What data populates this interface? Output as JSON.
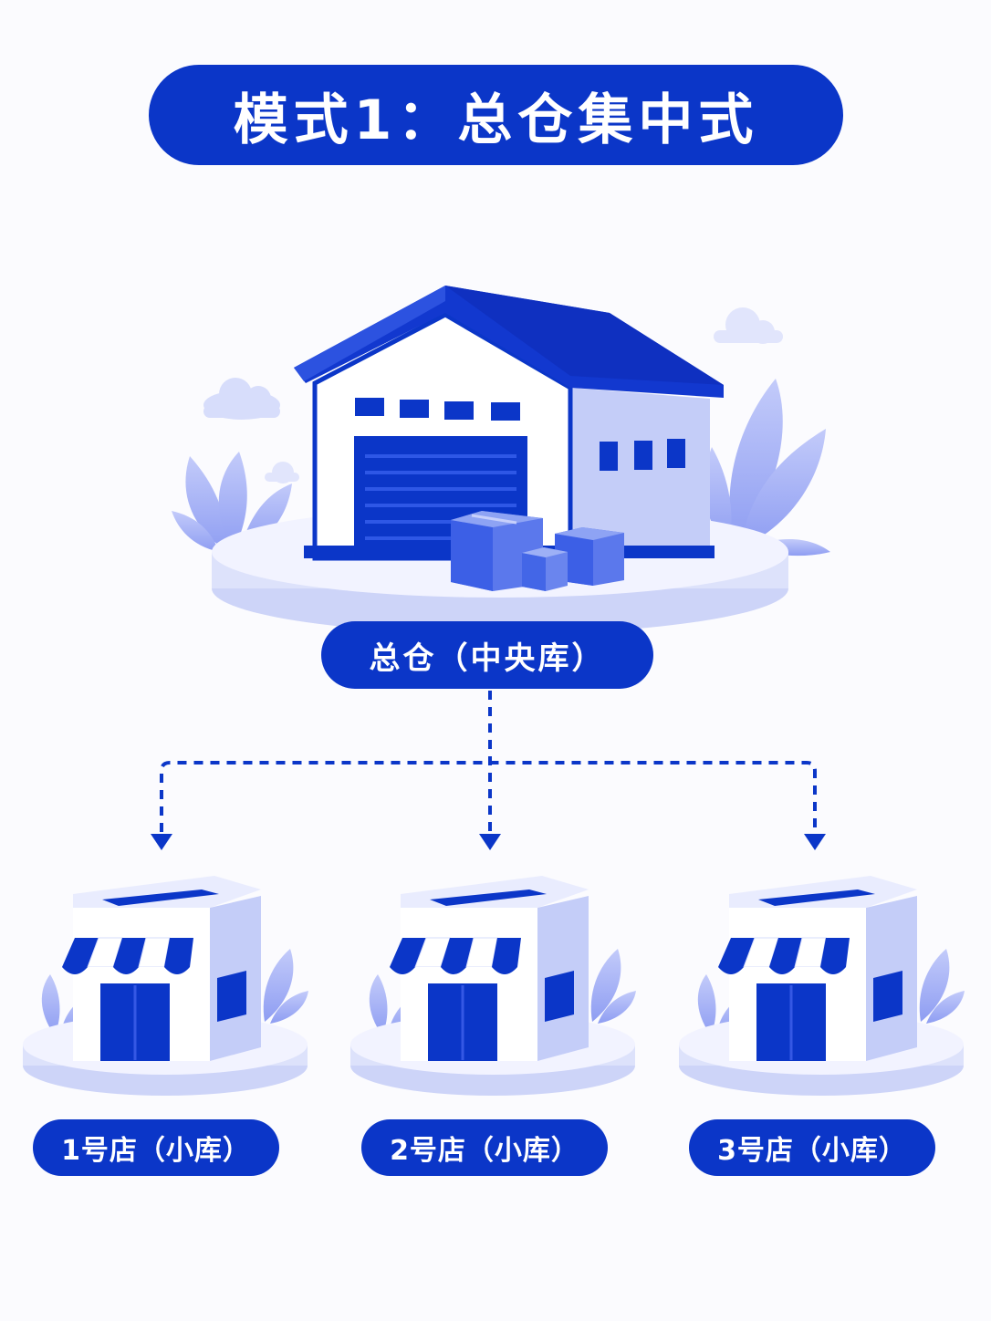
{
  "title": "模式1：总仓集中式",
  "hub": {
    "label": "总仓（中央库）"
  },
  "stores": [
    {
      "label": "1号店（小库）"
    },
    {
      "label": "2号店（小库）"
    },
    {
      "label": "3号店（小库）"
    }
  ],
  "colors": {
    "primary": "#0b36c8",
    "light": "#c9d1fb",
    "platform": "#eef0fd",
    "background": "#fbfbfe"
  },
  "icons": [
    "warehouse-icon",
    "box-icon",
    "store-icon",
    "cloud-icon",
    "plant-icon",
    "arrow-down-icon"
  ]
}
